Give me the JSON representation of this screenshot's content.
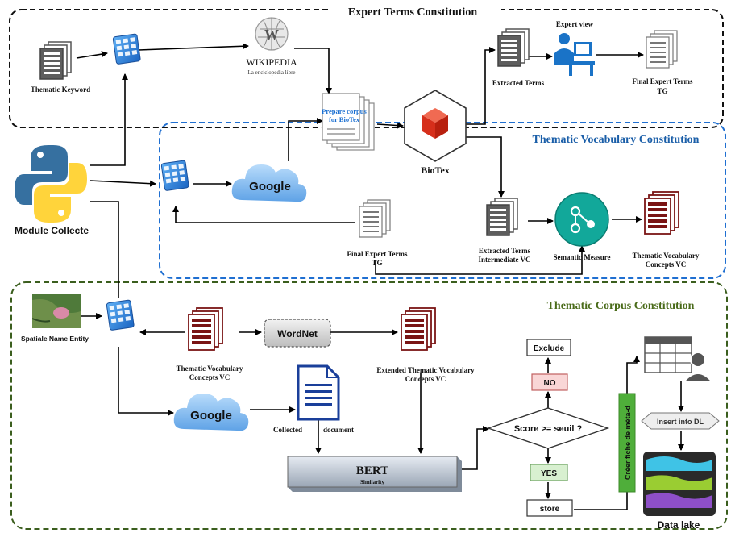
{
  "sections": {
    "expert": "Expert Terms Constitution",
    "vocab": "Thematic Vocabulary Constitution",
    "corpus": "Thematic Corpus Constitution"
  },
  "nodes": {
    "thematic_keyword": "Thematic Keyword",
    "wikipedia_name": "WIKIPEDIA",
    "wikipedia_tagline": "La enciclopedia libre",
    "prepare_corpus_1": "Prepare corpus",
    "prepare_corpus_2": "for BioTex",
    "extracted_terms": "Extracted Terms",
    "expert_view": "Expert view",
    "final_expert_terms": "Final Expert Terms",
    "final_expert_terms_tg": "TG",
    "biotex": "BioTex",
    "module_collecte": "Module Collecte",
    "google_1": "Google",
    "final_expert_terms_2": "Final Expert Terms",
    "final_expert_terms_2_tg": "TG",
    "extracted_terms_iv_1": "Extracted Terms",
    "extracted_terms_iv_2": "Intermediate VC",
    "semantic_measure": "Semantic Measure",
    "tvc_1": "Thematic Vocabulary",
    "tvc_2": "Concepts VC",
    "spatiale_name_entity": "Spatiale Name Entity",
    "tvc_corpus_1": "Thematic Vocabulary",
    "tvc_corpus_2": "Concepts VC",
    "wordnet": "WordNet",
    "extended_tvc_1": "Extended Thematic Vocabulary",
    "extended_tvc_2": "Concepts VC",
    "google_2": "Google",
    "collected": "Collected",
    "document": "document",
    "bert": "BERT",
    "similarity": "Similarity",
    "exclude": "Exclude",
    "no": "NO",
    "score_decision": "Score >= seuil ?",
    "yes": "YES",
    "store": "store",
    "creer_fiche": "Créer fiche de méta-d",
    "insert_dl": "Insert into DL",
    "data_lake": "Data lake"
  },
  "colors": {
    "expert_border": "#111111",
    "vocab_border": "#1f6fd1",
    "corpus_border": "#3b5e1e",
    "vocab_title": "#1a5ea8",
    "corpus_title": "#4a6b1a",
    "doc_red": "#7a1414",
    "doc_gray": "#555555",
    "grid_blue": "#2a7fd4",
    "biotex_red": "#e23a22",
    "semantic_teal": "#12a89a",
    "google_cloud": "#7fb8f0",
    "no_fill": "#f9d6d6",
    "yes_fill": "#d8f0d0",
    "green_bar": "#4fae3a",
    "lake_cyan": "#3fc3e6",
    "lake_green": "#9acd32",
    "lake_purple": "#8e4fc8"
  },
  "icons": [
    "python-logo-icon",
    "wikipedia-globe-icon",
    "biotex-cube-icon",
    "expert-person-icon",
    "semantic-share-icon",
    "google-cloud-icon",
    "document-icon",
    "table-user-icon",
    "data-lake-icon",
    "map-thumbnail-icon"
  ]
}
